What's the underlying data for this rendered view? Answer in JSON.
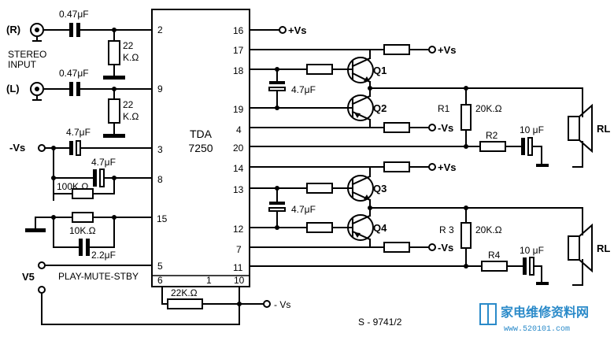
{
  "ic": {
    "name": "TDA",
    "number": "7250"
  },
  "ic_pins": {
    "p2": "2",
    "p9": "9",
    "p3": "3",
    "p8": "8",
    "p15": "15",
    "p5": "5",
    "p6": "6",
    "p1": "1",
    "p10": "10",
    "p16": "16",
    "p17": "17",
    "p18": "18",
    "p19": "19",
    "p4": "4",
    "p20": "20",
    "p14": "14",
    "p13": "13",
    "p12": "12",
    "p7": "7",
    "p11": "11"
  },
  "input": {
    "right": "(R)",
    "left": "(L)",
    "stereo": "STEREO",
    "input": "INPUT"
  },
  "values": {
    "c047_top": "0.47μF",
    "c047_bot": "0.47μF",
    "r22_top_a": "22",
    "r22_top_b": "K.Ω",
    "r22_bot_a": "22",
    "r22_bot_b": "K.Ω",
    "c47_pin3": "4.7μF",
    "c47_pin8": "4.7μF",
    "r100k": "100K.Ω",
    "r10k": "10K.Ω",
    "c22": "2.2μF",
    "c47_q1": "4.7μF",
    "c47_q3": "4.7μF",
    "r1": "R1",
    "r1v": "20K.Ω",
    "r2": "R2",
    "c10a": "10 μF",
    "r3": "R 3",
    "r3v": "20K.Ω",
    "r4": "R4",
    "c10b": "10 μF",
    "r22k": "22K.Ω"
  },
  "nets": {
    "vs_neg": "-Vs",
    "vs_pos": "+Vs",
    "v16": "+Vs",
    "v17": "+Vs",
    "v4": "-Vs",
    "v14": "+Vs",
    "v7": "-Vs",
    "v10": "- Vs"
  },
  "transistors": {
    "q1": "Q1",
    "q2": "Q2",
    "q3": "Q3",
    "q4": "Q4"
  },
  "speakers": {
    "top": "RL",
    "bottom": "RL"
  },
  "control": {
    "v5": "V5",
    "mode": "PLAY-MUTE-STBY"
  },
  "footer": {
    "code": "S - 9741/2"
  },
  "watermark": {
    "chinese": "家电维修资料网",
    "url": "www.520101.com"
  }
}
